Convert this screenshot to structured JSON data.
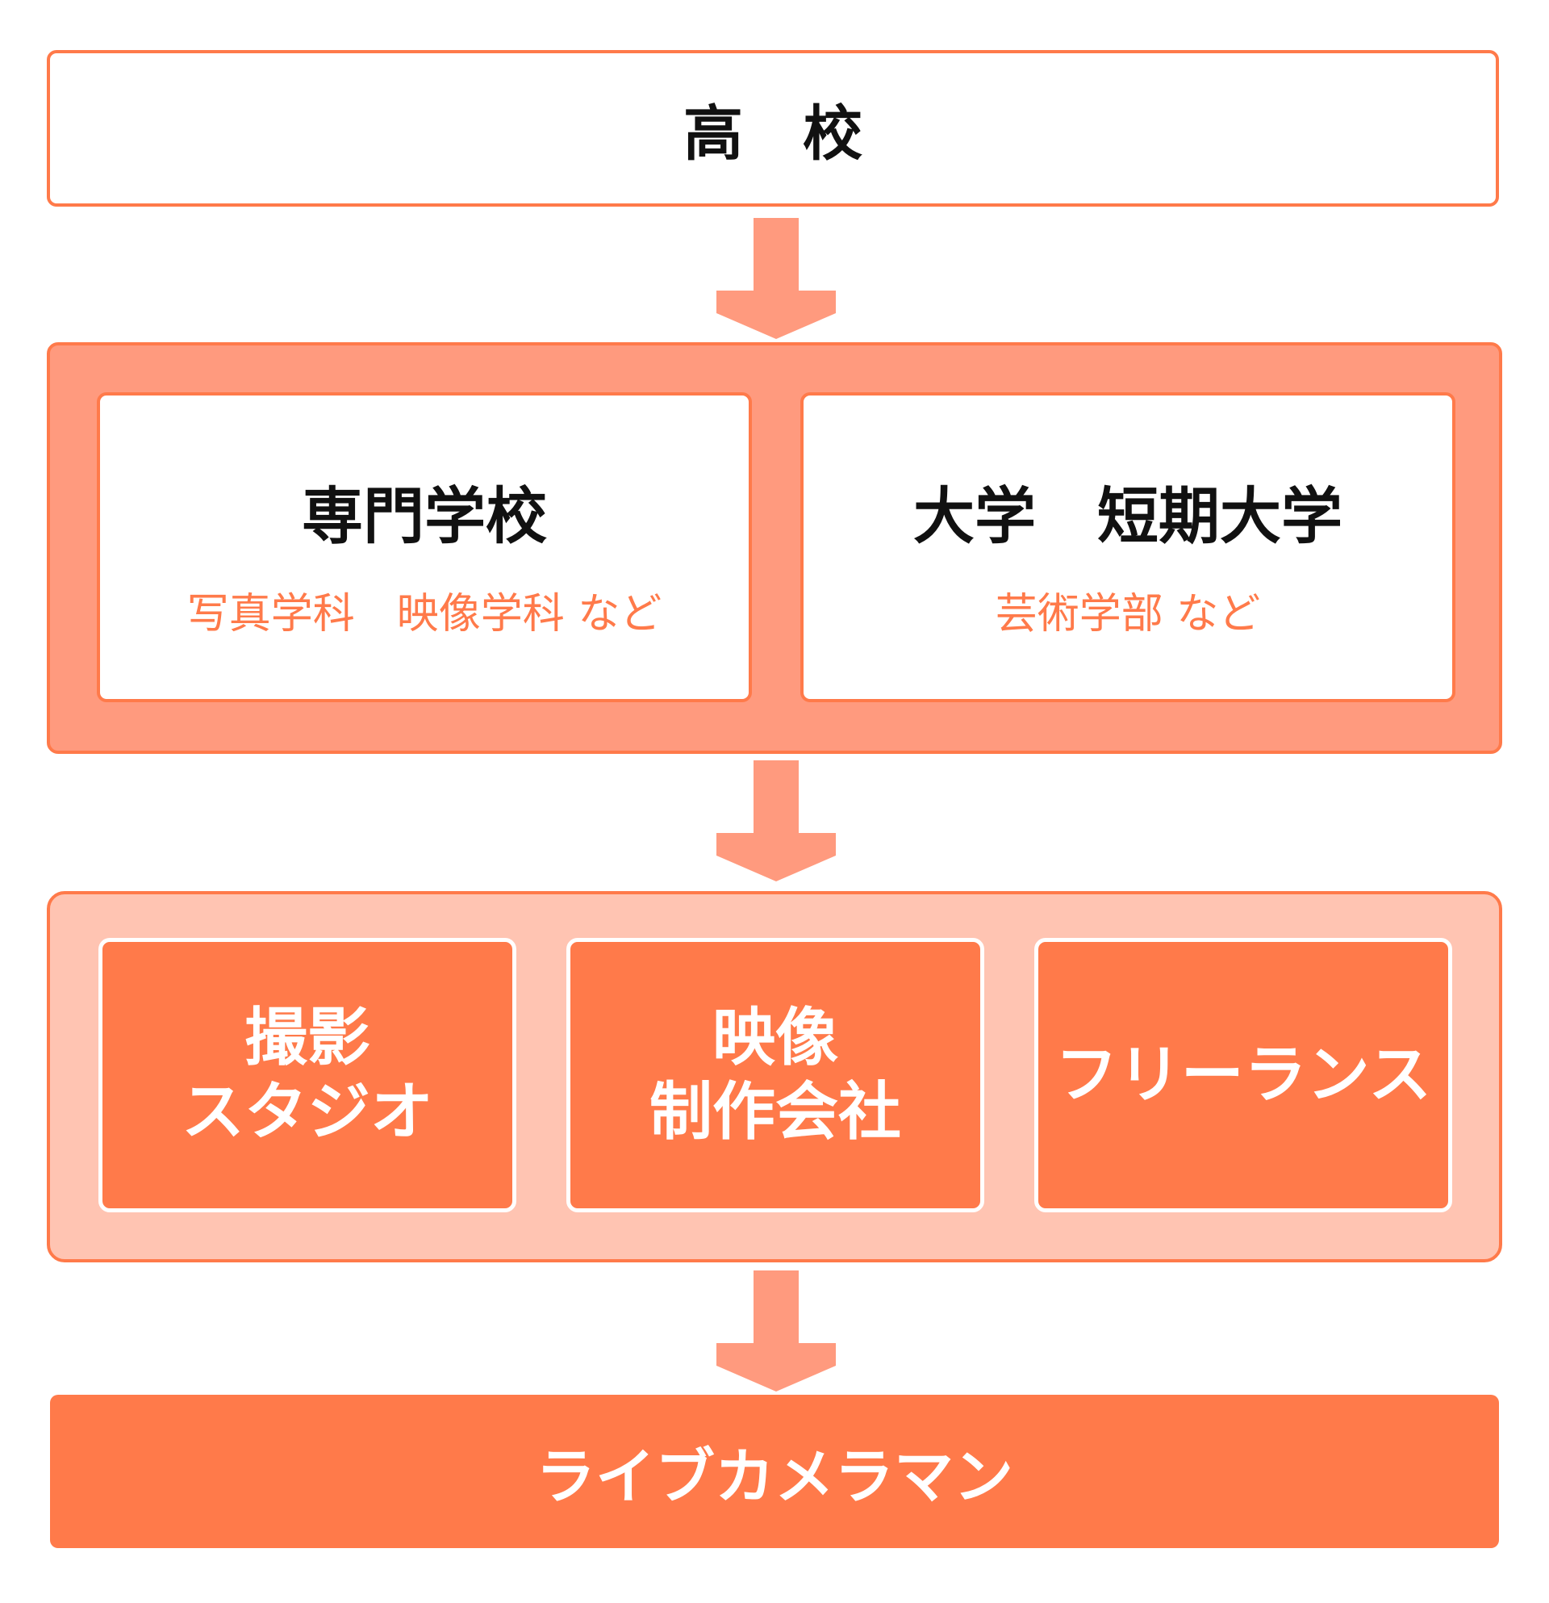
{
  "colors": {
    "accent": "#ff7a4a",
    "accent_light": "#ff9a7e",
    "accent_pale": "#ffc4b2",
    "white": "#ffffff",
    "text": "#111111"
  },
  "top": {
    "title": "高　校"
  },
  "education": {
    "vocational": {
      "title": "専門学校",
      "sub": "写真学科　映像学科 など"
    },
    "university": {
      "title": "大学　短期大学",
      "sub": "芸術学部 など"
    }
  },
  "workplaces": [
    {
      "line1": "撮影",
      "line2": "スタジオ"
    },
    {
      "line1": "映像",
      "line2": "制作会社"
    },
    {
      "line1": "フリーランス",
      "line2": ""
    }
  ],
  "bottom": {
    "title": "ライブカメラマン"
  }
}
